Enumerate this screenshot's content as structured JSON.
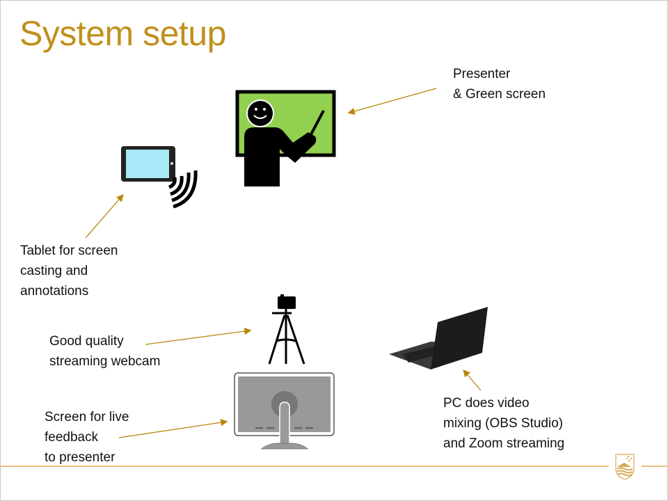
{
  "slide": {
    "title": "System setup",
    "labels": {
      "presenter": "Presenter\n& Green screen",
      "tablet": "Tablet for screen\ncasting and\nannotations",
      "webcam": "Good quality\nstreaming webcam",
      "screen": "Screen for live\nfeedback\nto presenter",
      "pc": "PC does video\nmixing (OBS Studio)\nand Zoom streaming"
    },
    "colors": {
      "accent": "#C0901C",
      "green_screen": "#92D050",
      "tablet_screen": "#A9E8F7"
    }
  }
}
